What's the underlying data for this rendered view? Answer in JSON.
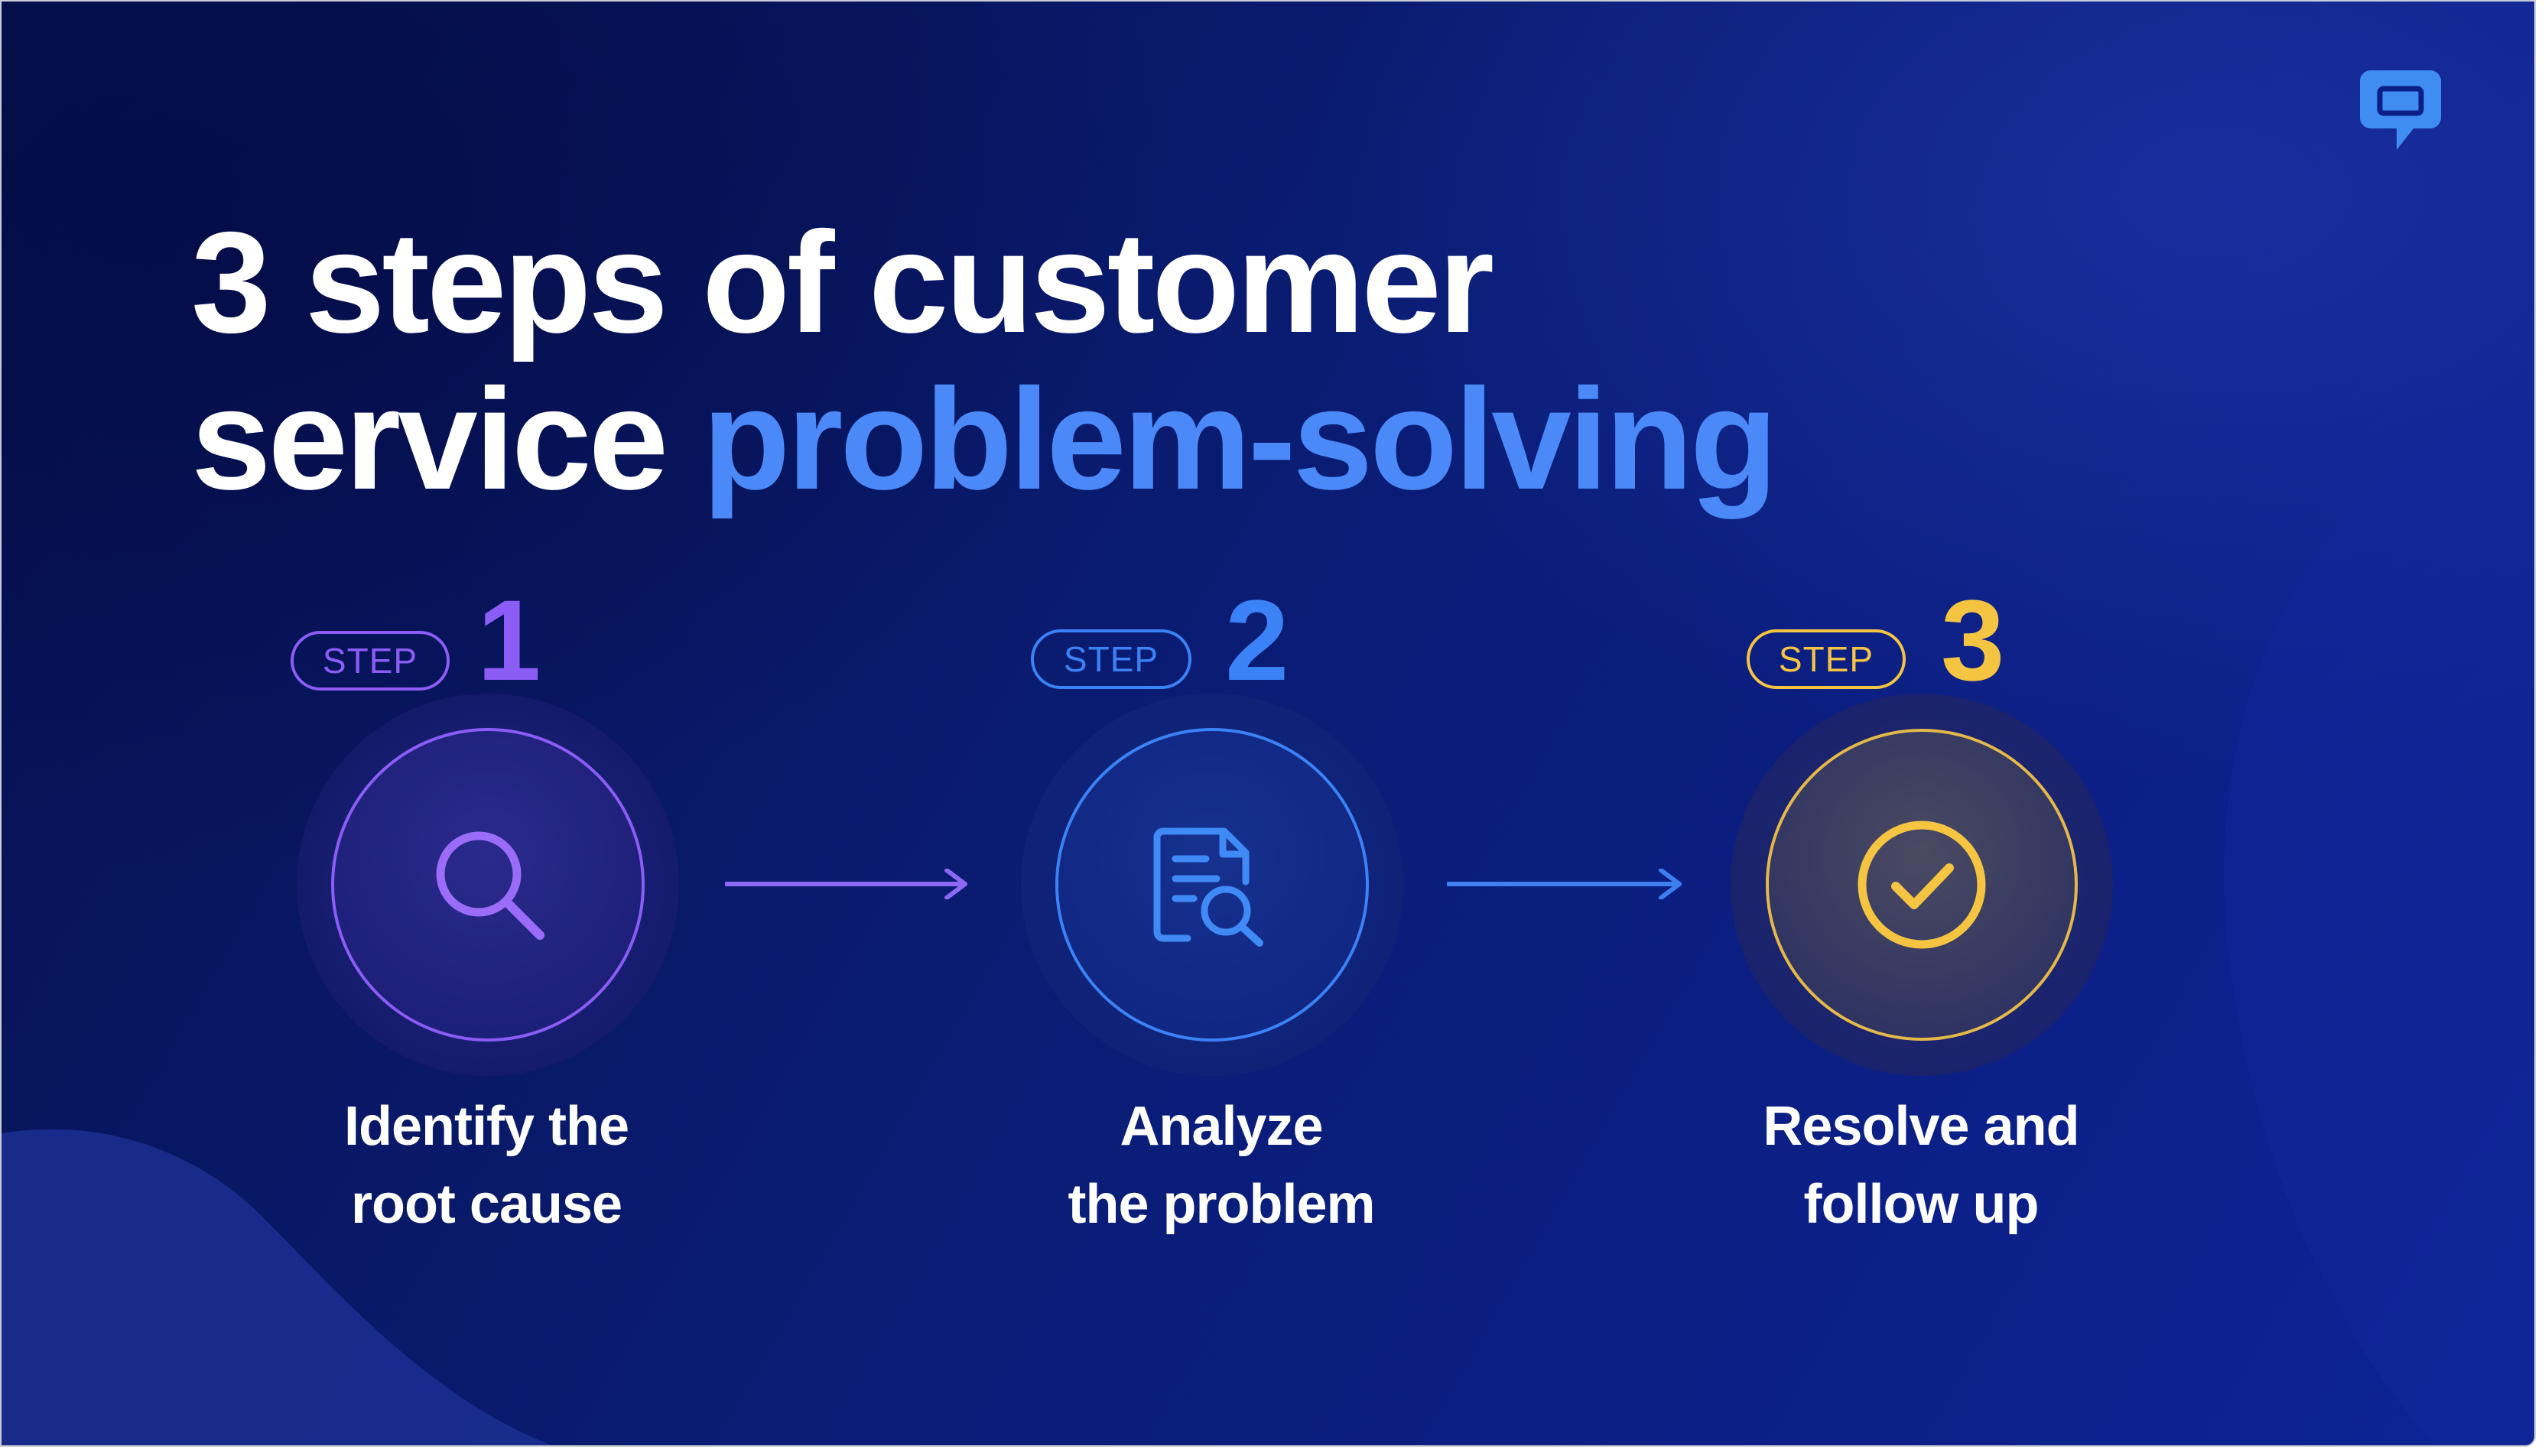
{
  "headline": {
    "line1": "3 steps of customer",
    "line2_plain": "service",
    "line2_accent": "problem-solving"
  },
  "steps": [
    {
      "badge": "STEP",
      "number": "1",
      "label_line1": "Identify the",
      "label_line2": "root cause",
      "icon": "search-icon",
      "color": "#8b5cf6"
    },
    {
      "badge": "STEP",
      "number": "2",
      "label_line1": "Analyze",
      "label_line2": "the problem",
      "icon": "document-search-icon",
      "color": "#3b82f6"
    },
    {
      "badge": "STEP",
      "number": "3",
      "label_line1": "Resolve and",
      "label_line2": "follow up",
      "icon": "check-circle-icon",
      "color": "#f5c542"
    }
  ],
  "colors": {
    "accent_blue": "#4a89f7",
    "background_dark": "#06114f",
    "background_mid": "#0b1f86",
    "text_white": "#ffffff"
  },
  "logo": {
    "icon": "chat-bubble-logo-icon"
  }
}
